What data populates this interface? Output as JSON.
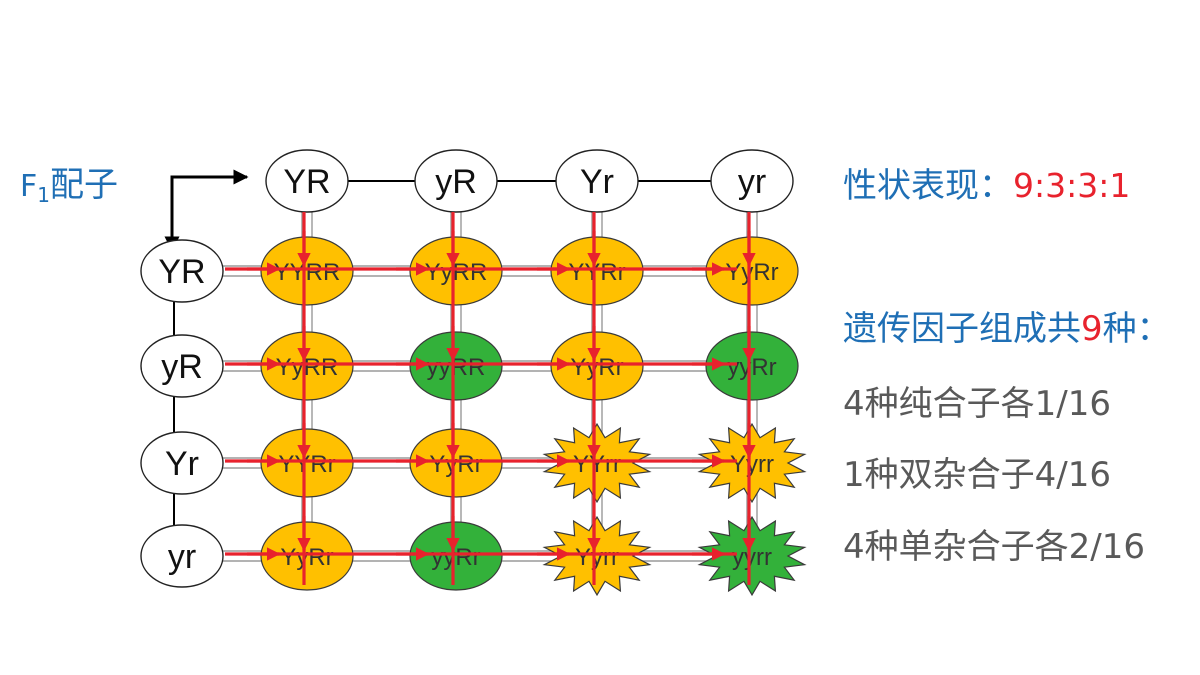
{
  "f1_label": {
    "prefix": "F",
    "subscript": "1",
    "suffix": "配子"
  },
  "top_gametes": [
    "YR",
    "yR",
    "Yr",
    "yr"
  ],
  "left_gametes": [
    "YR",
    "yR",
    "Yr",
    "yr"
  ],
  "genotypes": [
    [
      "YYRR",
      "YyRR",
      "YYRr",
      "YyRr"
    ],
    [
      "YyRR",
      "yyRR",
      "YyRr",
      "yyRr"
    ],
    [
      "YYRr",
      "YyRr",
      "YYrr",
      "Yyrr"
    ],
    [
      "YyRr",
      "yyRr",
      "Yyrr",
      "yyrr"
    ]
  ],
  "phenotypes": [
    [
      "yellow-round",
      "yellow-round",
      "yellow-round",
      "yellow-round"
    ],
    [
      "yellow-round",
      "green-round",
      "yellow-round",
      "green-round"
    ],
    [
      "yellow-round",
      "yellow-round",
      "yellow-wrinkled",
      "yellow-wrinkled"
    ],
    [
      "yellow-round",
      "green-round",
      "yellow-wrinkled",
      "green-wrinkled"
    ]
  ],
  "colors": {
    "yellow": "#ffc000",
    "green": "#33b13a",
    "arrow": "#e8222d",
    "blue_text": "#1f6fb5",
    "gray_text": "#595959"
  },
  "trait": {
    "label": "性状表现：",
    "ratio": "9:3:3:1"
  },
  "factors": {
    "prefix": "遗传因子组成共",
    "count": "9",
    "suffix": "种："
  },
  "details": [
    "4种纯合子各1/16",
    "1种双杂合子4/16",
    "4种单杂合子各2/16"
  ]
}
